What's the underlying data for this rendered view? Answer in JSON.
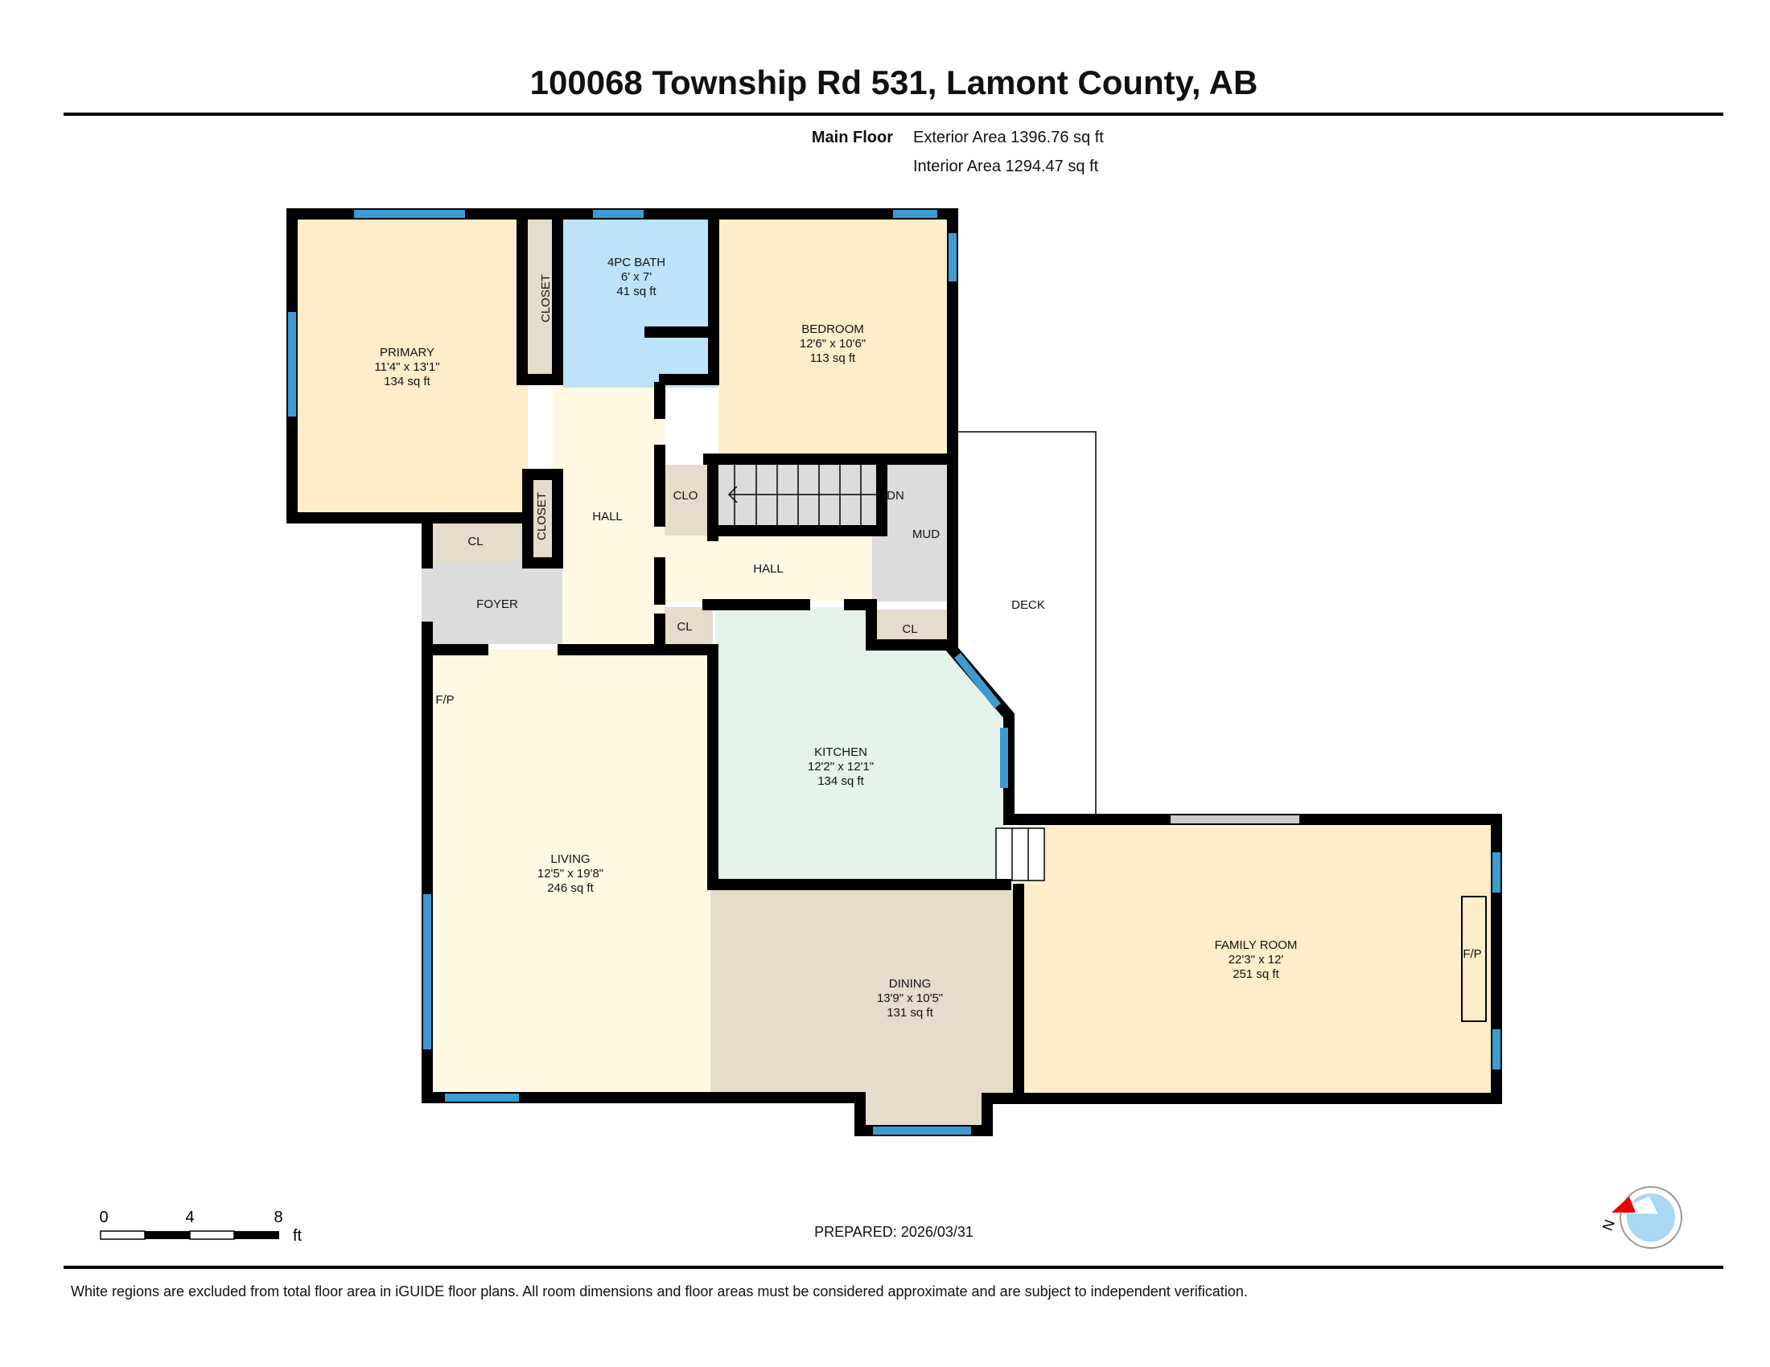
{
  "title": "100068 Township Rd 531, Lamont County, AB",
  "floor": {
    "name": "Main Floor",
    "exterior_area": "Exterior Area 1396.76 sq ft",
    "interior_area": "Interior Area 1294.47 sq ft"
  },
  "rooms": {
    "primary": {
      "name": "PRIMARY",
      "dims": "11'4\" x 13'1\"",
      "area": "134 sq ft"
    },
    "bath": {
      "name": "4PC BATH",
      "dims": "6' x 7'",
      "area": "41 sq ft"
    },
    "bedroom": {
      "name": "BEDROOM",
      "dims": "12'6\" x 10'6\"",
      "area": "113 sq ft"
    },
    "kitchen": {
      "name": "KITCHEN",
      "dims": "12'2\" x 12'1\"",
      "area": "134 sq ft"
    },
    "living": {
      "name": "LIVING",
      "dims": "12'5\" x 19'8\"",
      "area": "246 sq ft"
    },
    "dining": {
      "name": "DINING",
      "dims": "13'9\" x 10'5\"",
      "area": "131 sq ft"
    },
    "family": {
      "name": "FAMILY ROOM",
      "dims": "22'3\" x 12'",
      "area": "251 sq ft"
    }
  },
  "labels": {
    "closet1": "CLOSET",
    "closet2": "CLOSET",
    "hall1": "HALL",
    "hall2": "HALL",
    "clo": "CLO",
    "dn": "DN",
    "mud": "MUD",
    "cl1": "CL",
    "cl2": "CL",
    "cl3": "CL",
    "foyer": "FOYER",
    "deck": "DECK",
    "fp1": "F/P",
    "fp2": "F/P"
  },
  "scale": {
    "t0": "0",
    "t1": "4",
    "t2": "8",
    "unit": "ft"
  },
  "prepared": "PREPARED: 2026/03/31",
  "compass": {
    "label": "N"
  },
  "disclaimer": "White regions are excluded from total floor area in iGUIDE floor plans. All room dimensions and floor areas must be considered approximate and are subject to independent verification.",
  "colors": {
    "bedroom": "#fdeec9",
    "bath": "#bde3fb",
    "hall": "#fff8e3",
    "closet": "#e6dccb",
    "utility": "#dcdcdc",
    "kitchen": "#e5f3ea",
    "dining": "#e6dccb",
    "window": "#3d9bd3"
  }
}
